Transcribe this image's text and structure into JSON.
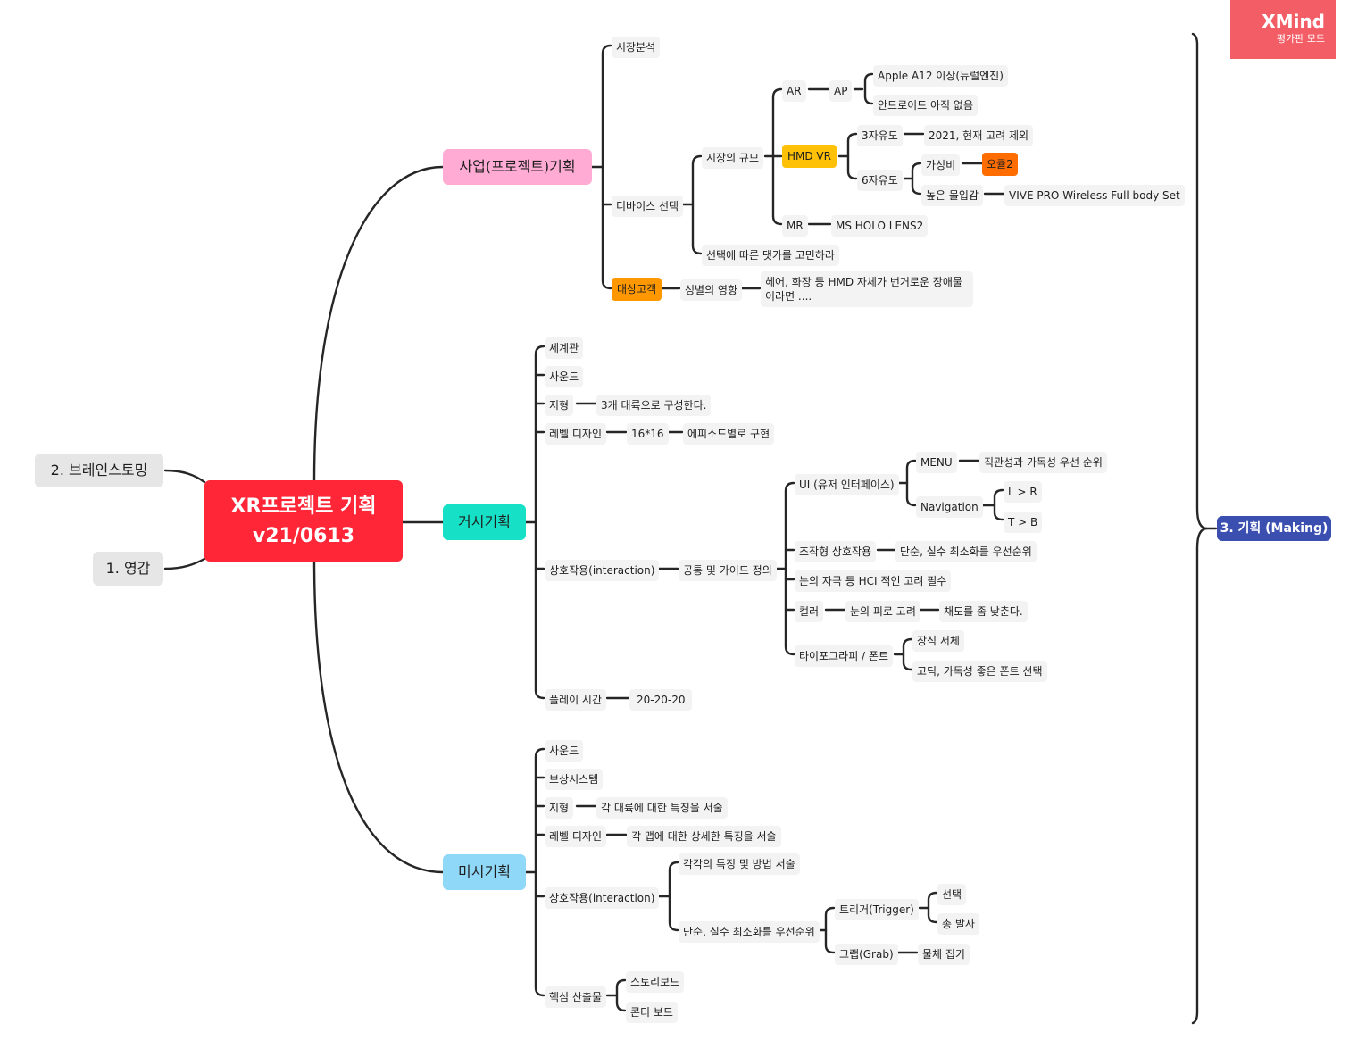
{
  "watermark": {
    "brand": "XMind",
    "mode": "평가판 모드"
  },
  "root": {
    "title": "XR프로젝트 기획",
    "version": "v21/0613"
  },
  "left": {
    "brainstorm": "2. 브레인스토밍",
    "inspiration": "1. 영감"
  },
  "summary": {
    "label": "3. 기획 (Making)"
  },
  "business": {
    "title": "사업(프로젝트)기획",
    "market_analysis": "시장분석",
    "device_select": "디바이스 선택",
    "market_size": "시장의 규모",
    "ar": "AR",
    "ap": "AP",
    "apple": "Apple A12 이상(뉴럴엔진)",
    "android": "안드로이드 아직 없음",
    "hmd_vr": "HMD VR",
    "dof3": "3자유도",
    "dof3_note": "2021, 현재 고려 제외",
    "dof6": "6자유도",
    "value": "가성비",
    "oculus": "오큘2",
    "immersion": "높은 몰입감",
    "vive": "VIVE PRO Wireless Full body Set",
    "mr": "MR",
    "hololens": "MS HOLO LENS2",
    "cost": "선택에 따른 댓가를 고민하라",
    "target": "대상고객",
    "gender": "성별의 영향",
    "gender_note": "헤어, 화장 등 HMD 자체가 번거로운 장애물이라면 ...."
  },
  "macro": {
    "title": "거시기획",
    "world": "세계관",
    "sound": "사운드",
    "terrain": "지형",
    "terrain_note": "3개 대륙으로 구성한다.",
    "level": "레벨 디자인",
    "level_grid": "16*16",
    "level_note": "에피소드별로 구현",
    "interaction": "상호작용(interaction)",
    "common": "공통 및 가이드 정의",
    "ui": "UI (유저 인터페이스)",
    "menu": "MENU",
    "menu_note": "직관성과 가독성 우선 순위",
    "navigation": "Navigation",
    "nav_lr": "L > R",
    "nav_tb": "T > B",
    "manip": "조작형 상호작용",
    "manip_note": "단순, 실수 최소화를 우선순위",
    "eye": "눈의 자극 등 HCI 적인 고려 필수",
    "color": "컬러",
    "color_fatigue": "눈의 피로 고려",
    "color_sat": "채도를 좀 낮춘다.",
    "typo": "타이포그라피 / 폰트",
    "typo_deco": "장식 서체",
    "typo_gothic": "고딕, 가독성 좋은 폰트 선택",
    "playtime": "플레이 시간",
    "playtime_value": "20-20-20"
  },
  "micro": {
    "title": "미시기획",
    "sound": "사운드",
    "reward": "보상시스템",
    "terrain": "지형",
    "terrain_note": "각 대륙에 대한 특징을 서술",
    "level": "레벨 디자인",
    "level_note": "각 맵에 대한 상세한 특징을 서술",
    "interaction": "상호작용(interaction)",
    "features": "각각의 특징 및 방법 서술",
    "simple": "단순, 실수 최소화를 우선순위",
    "trigger": "트리거(Trigger)",
    "select": "선택",
    "shoot": "총 발사",
    "grab": "그랩(Grab)",
    "pickup": "물체 집기",
    "deliverables": "핵심 산출물",
    "storyboard": "스토리보드",
    "conti": "콘티 보드"
  }
}
